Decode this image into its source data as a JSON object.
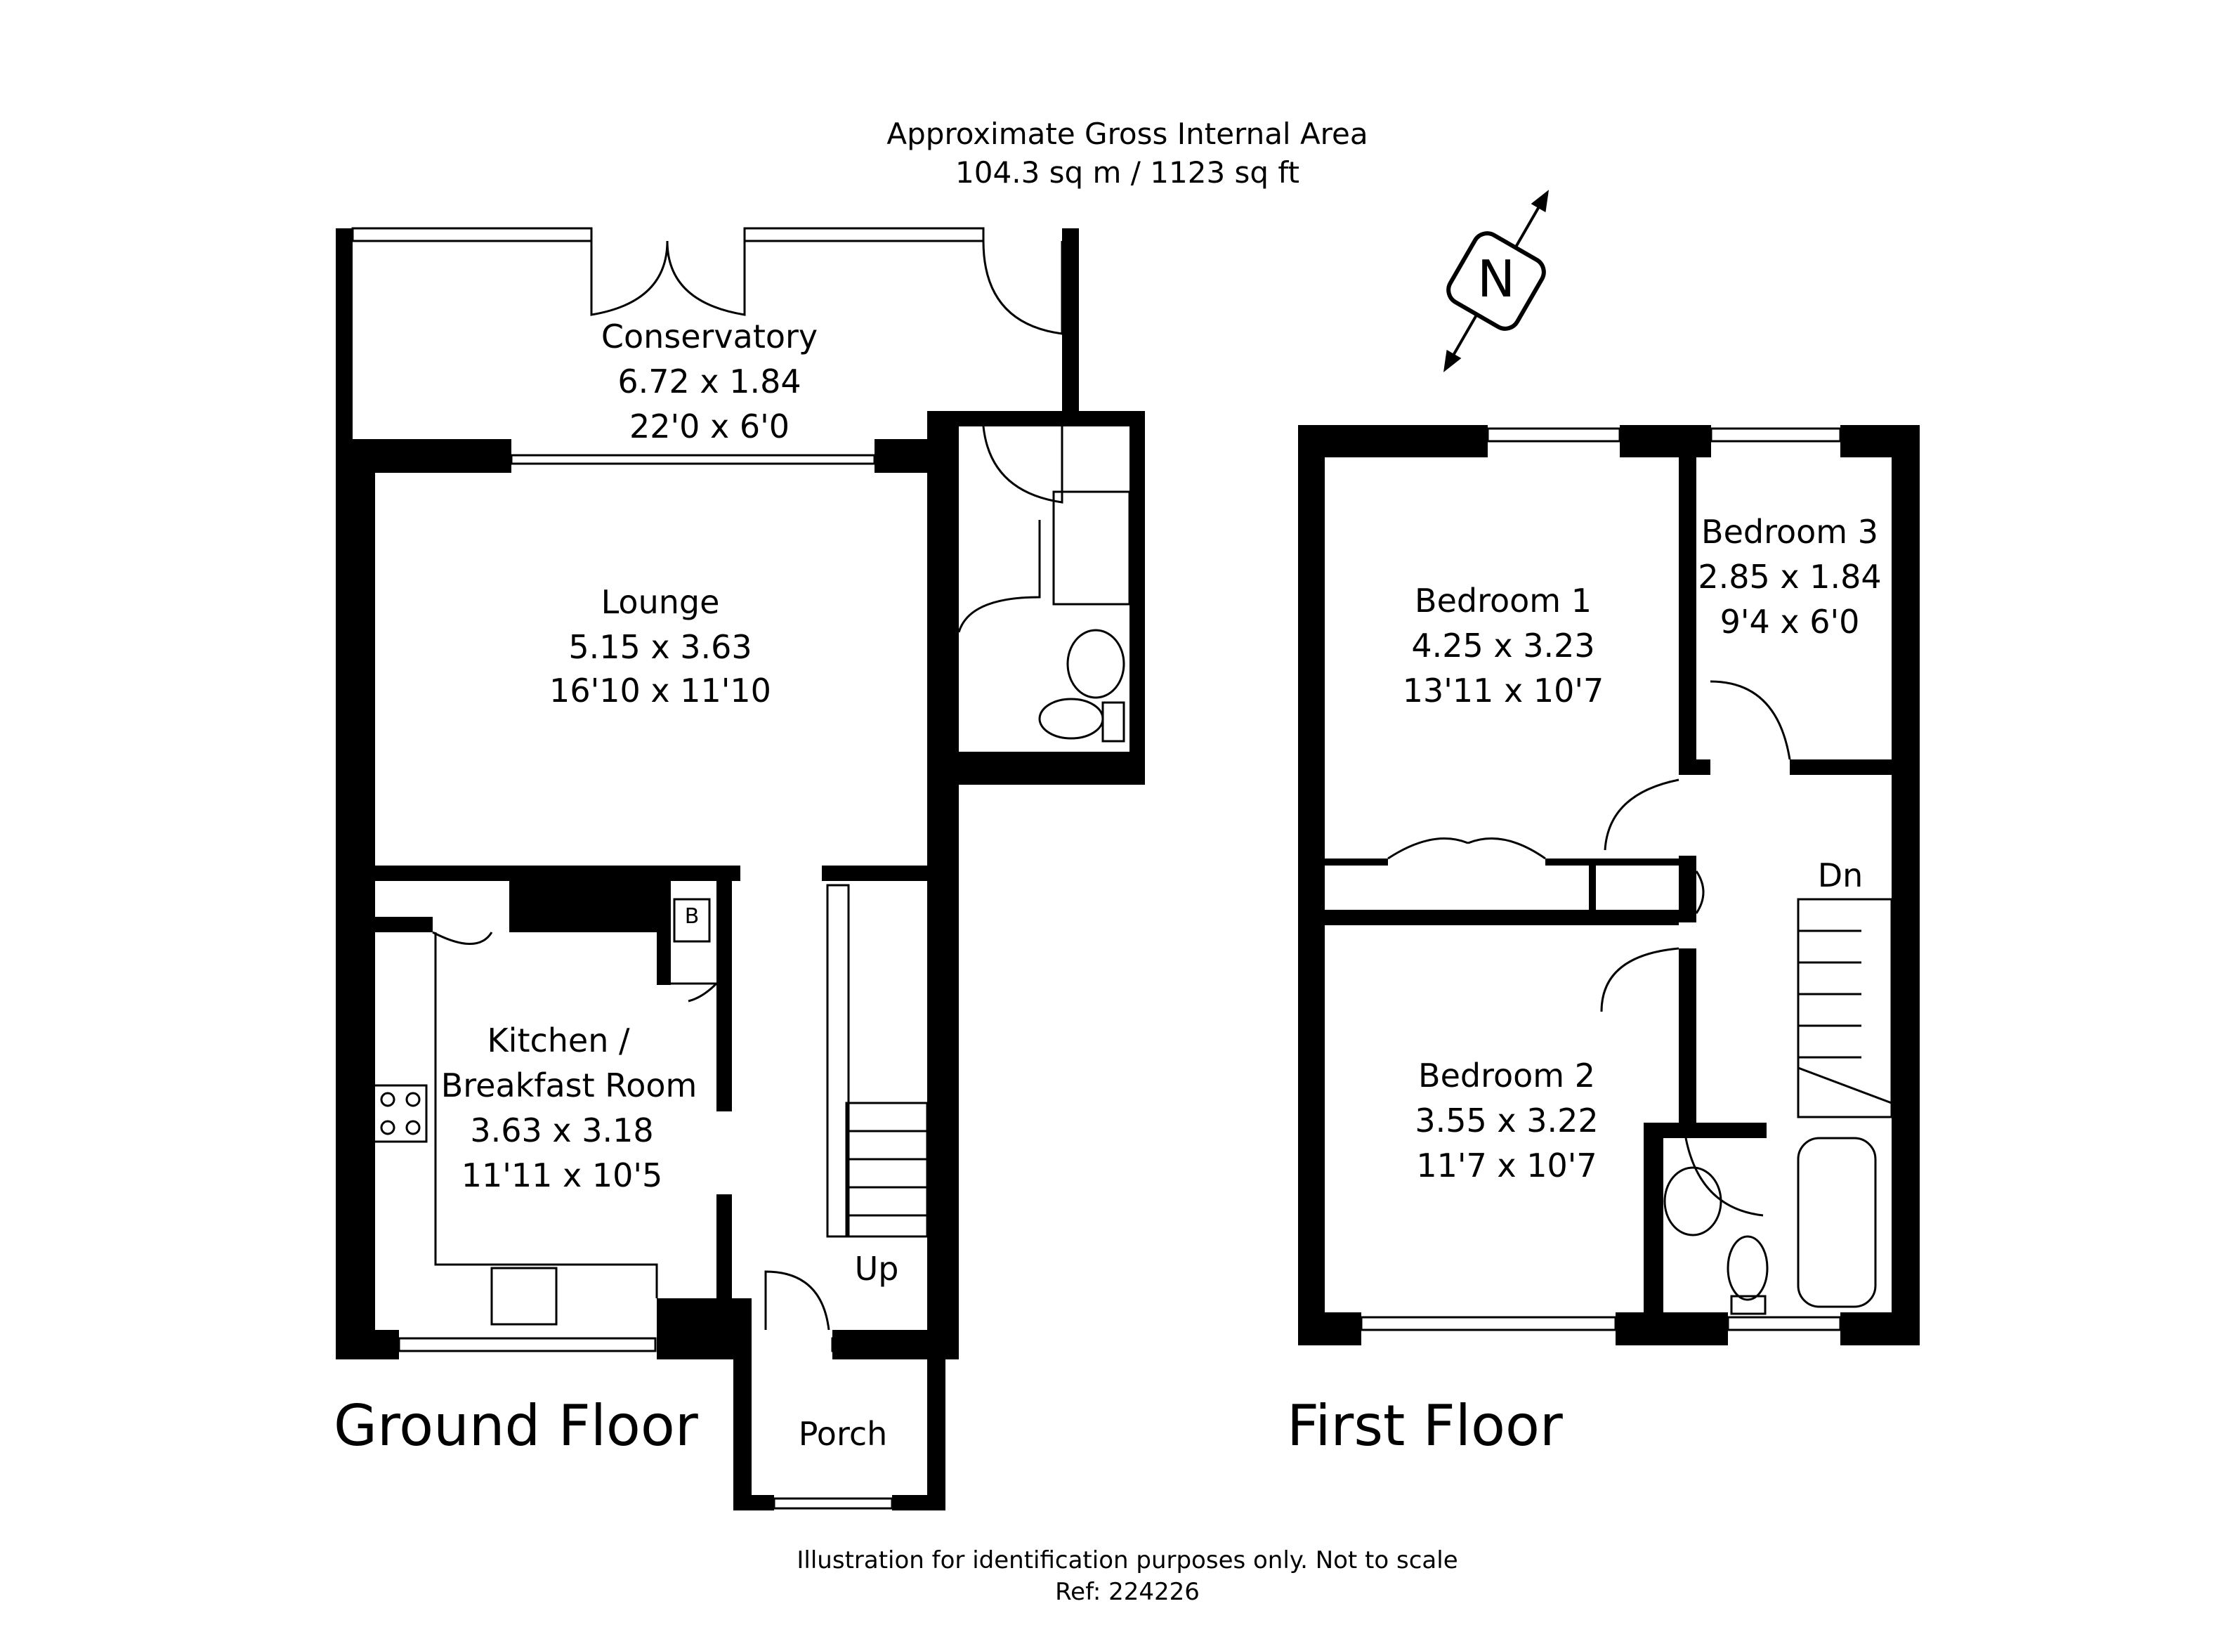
{
  "header": {
    "line1": "Approximate Gross Internal Area",
    "line2": "104.3 sq m / 1123 sq ft"
  },
  "compass": {
    "letter": "N",
    "icon": "north-arrow-icon"
  },
  "ground_floor": {
    "title": "Ground Floor",
    "rooms": {
      "conservatory": {
        "name": "Conservatory",
        "metric": "6.72 x 1.84",
        "imperial": "22'0 x 6'0"
      },
      "lounge": {
        "name": "Lounge",
        "metric": "5.15 x 3.63",
        "imperial": "16'10 x 11'10"
      },
      "kitchen": {
        "name_line1": "Kitchen /",
        "name_line2": "Breakfast Room",
        "metric": "3.63 x 3.18",
        "imperial": "11'11 x 10'5"
      },
      "porch": {
        "name": "Porch"
      }
    },
    "boiler_label": "B",
    "stairs_label": "Up"
  },
  "first_floor": {
    "title": "First Floor",
    "rooms": {
      "bedroom1": {
        "name": "Bedroom 1",
        "metric": "4.25 x 3.23",
        "imperial": "13'11 x 10'7"
      },
      "bedroom2": {
        "name": "Bedroom 2",
        "metric": "3.55 x 3.22",
        "imperial": "11'7 x 10'7"
      },
      "bedroom3": {
        "name": "Bedroom 3",
        "metric": "2.85 x 1.84",
        "imperial": "9'4 x 6'0"
      }
    },
    "stairs_label": "Dn"
  },
  "footer": {
    "line1": "Illustration for identification purposes only. Not to scale",
    "line2": "Ref: 224226"
  },
  "colors": {
    "wall": "#000000",
    "background": "#ffffff"
  }
}
